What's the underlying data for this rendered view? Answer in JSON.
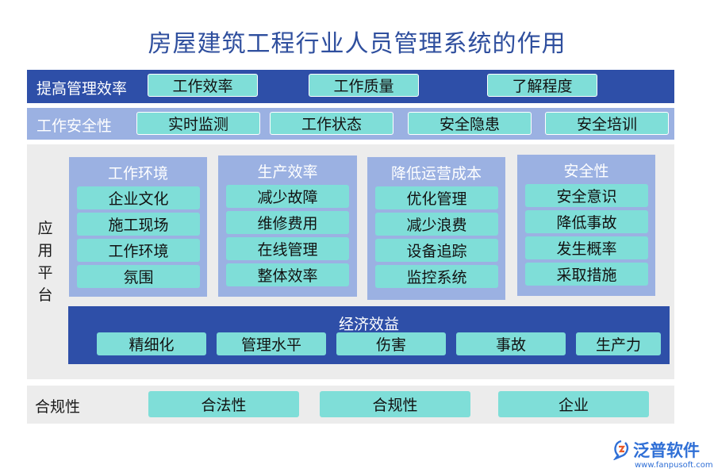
{
  "title": "房屋建筑工程行业人员管理系统的作用",
  "row1": {
    "label": "提高管理效率",
    "items": [
      "工作效率",
      "工作质量",
      "了解程度"
    ]
  },
  "row2": {
    "label": "工作安全性",
    "items": [
      "实时监测",
      "工作状态",
      "安全隐患",
      "安全培训"
    ]
  },
  "platform": {
    "label": [
      "应",
      "用",
      "平",
      "台"
    ],
    "columns": [
      {
        "title": "工作环境",
        "items": [
          "企业文化",
          "施工现场",
          "工作环境",
          "氛围"
        ]
      },
      {
        "title": "生产效率",
        "items": [
          "减少故障",
          "维修费用",
          "在线管理",
          "整体效率"
        ]
      },
      {
        "title": "降低运营成本",
        "items": [
          "优化管理",
          "减少浪费",
          "设备追踪",
          "监控系统"
        ]
      },
      {
        "title": "安全性",
        "items": [
          "安全意识",
          "降低事故",
          "发生概率",
          "采取措施"
        ]
      }
    ],
    "economic": {
      "title": "经济效益",
      "items": [
        "精细化",
        "管理水平",
        "伤害",
        "事故",
        "生产力"
      ]
    }
  },
  "row_compliance": {
    "label": "合规性",
    "items": [
      "合法性",
      "合规性",
      "企业"
    ]
  },
  "logo": {
    "name": "泛普软件",
    "url": "www.fanpusoft.com"
  },
  "colors": {
    "dark_blue": "#2e4fa8",
    "light_blue": "#9bb1e2",
    "teal": "#7fded8",
    "gray": "#ececec",
    "title": "#2f4f9e",
    "logo": "#2f6fd6"
  }
}
